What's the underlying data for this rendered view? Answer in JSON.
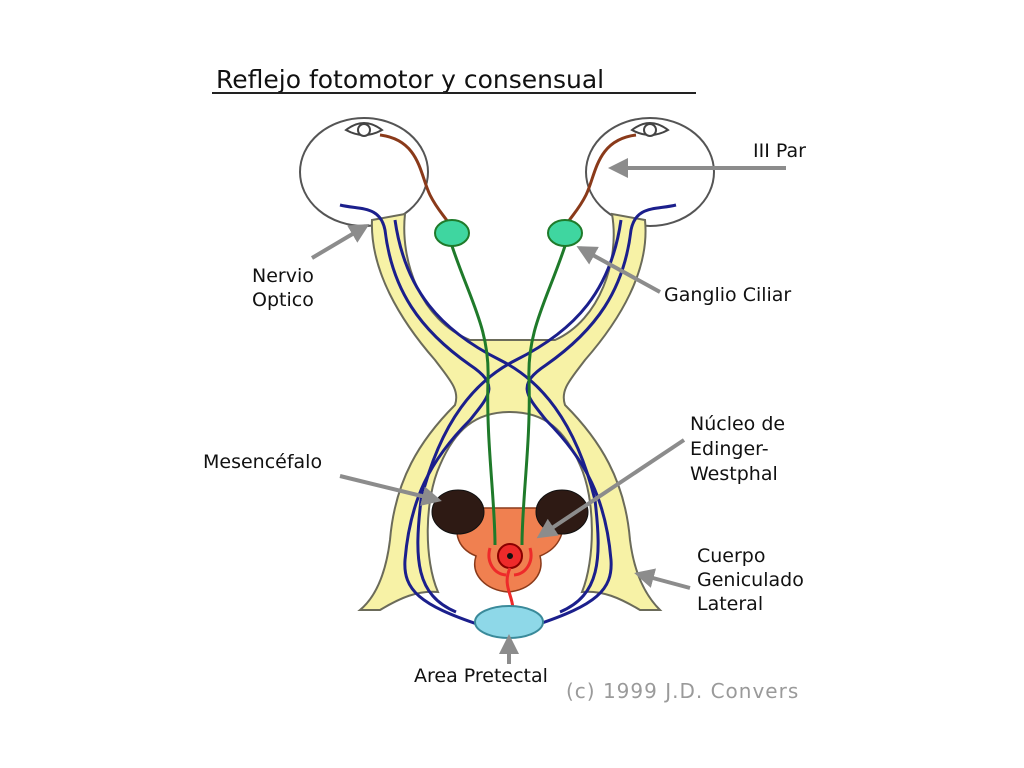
{
  "diagram": {
    "title": "Reflejo fotomotor y consensual",
    "labels": {
      "iii_par": "III Par",
      "nervio_optico_1": "Nervio",
      "nervio_optico_2": "Optico",
      "ganglio_ciliar": "Ganglio Ciliar",
      "mesencefalo": "Mesencéfalo",
      "edinger_1": "Núcleo de",
      "edinger_2": "Edinger-",
      "edinger_3": "Westphal",
      "geniculado_1": "Cuerpo",
      "geniculado_2": "Geniculado",
      "geniculado_3": "Lateral",
      "area_pretectal": "Area Pretectal",
      "copyright": "(c) 1999 J.D. Convers"
    },
    "colors": {
      "optic_tract": "#f7f2a6",
      "optic_outline": "#6b6b5a",
      "blue_fiber": "#1b1f8c",
      "green_fiber": "#1f7a2a",
      "brown_fiber": "#8a3a1a",
      "ganglion": "#3fd6a0",
      "pretectal": "#8ed8e8",
      "midbrain": "#f08050",
      "nucleus": "#ee2a2a",
      "arrow": "#8c8c8c"
    }
  }
}
